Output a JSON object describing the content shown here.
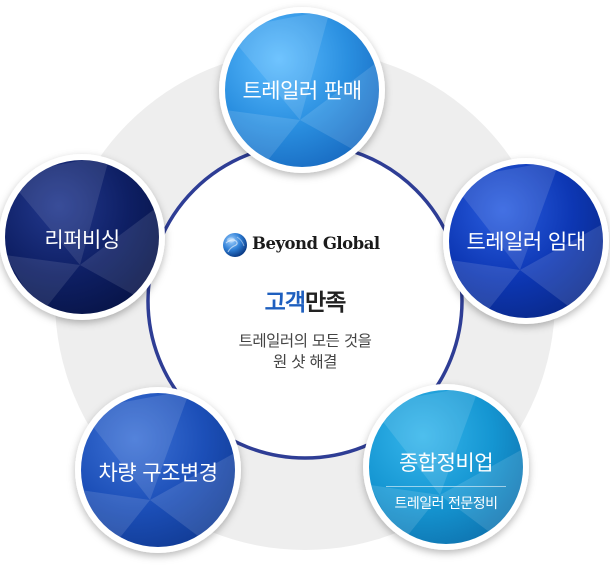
{
  "center": {
    "brand": "Beyond Global",
    "title_part1": "고객",
    "title_part2": "만족",
    "desc_line1": "트레일러의 모든 것을",
    "desc_line2": "원 샷 해결"
  },
  "bubbles": {
    "trailer_sales": {
      "label": "트레일러 판매"
    },
    "trailer_rental": {
      "label": "트레일러 임대"
    },
    "refurbishing": {
      "label": "리퍼비싱"
    },
    "vehicle_modification": {
      "label": "차량 구조변경"
    },
    "general_maintenance": {
      "label": "종합정비업",
      "sublabel": "트레일러 전문정비"
    }
  },
  "colors": {
    "ring": "#2e3d95",
    "backdrop": "#eeeeee",
    "title_accent": "#1e5fbf",
    "bubble_sky": "#2a8fe0",
    "bubble_navy": "#0e1f64",
    "bubble_royal": "#0d37b4",
    "bubble_cobalt": "#1c4fb8",
    "bubble_teal": "#1596d2"
  }
}
